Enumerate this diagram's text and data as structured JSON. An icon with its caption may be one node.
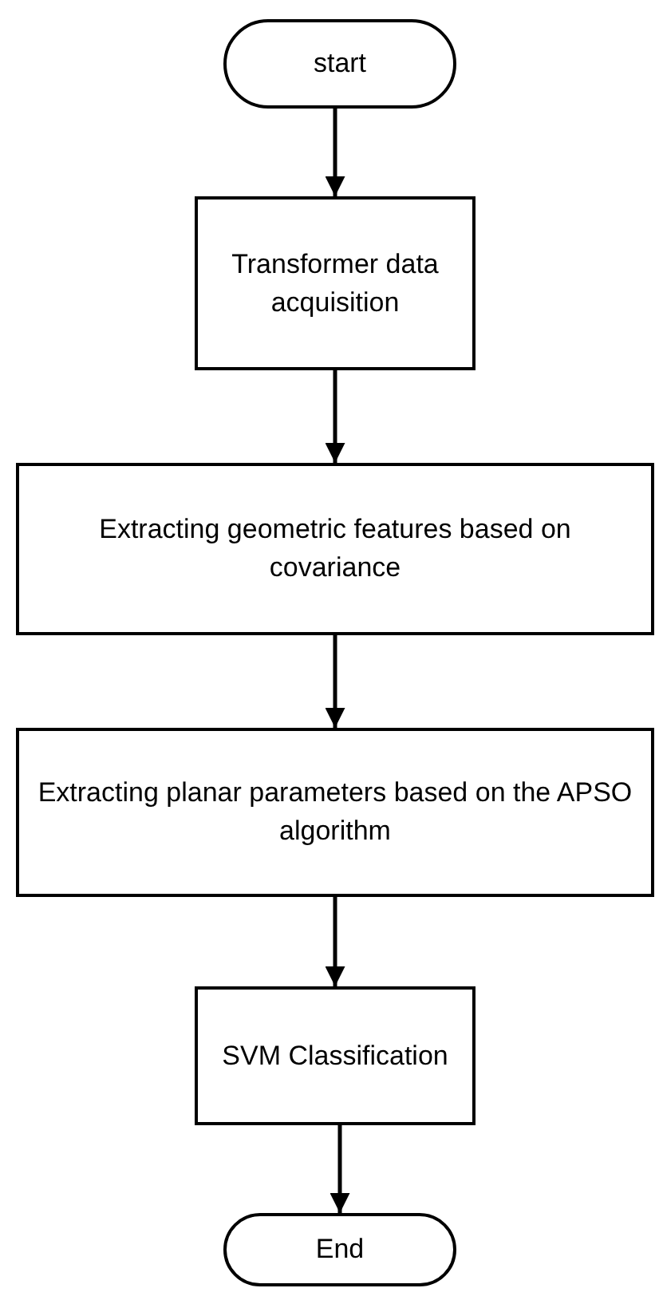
{
  "diagram": {
    "nodes": [
      {
        "text": [
          "start"
        ]
      },
      {
        "text": [
          "Transformer data acquisition"
        ]
      },
      {
        "text": [
          "Extracting geometric features based on covariance"
        ]
      },
      {
        "text": [
          "Extracting planar parameters based on the APSO algorithm"
        ]
      },
      {
        "text": [
          "SVM Classification"
        ]
      },
      {
        "text": [
          "End"
        ]
      }
    ],
    "edges": [
      {
        "from": 0,
        "to": 1,
        "arrow": "to"
      },
      {
        "from": 1,
        "to": 2,
        "arrow": "to"
      },
      {
        "from": 2,
        "to": 3,
        "arrow": "to"
      },
      {
        "from": 3,
        "to": 4,
        "arrow": "to"
      },
      {
        "from": 4,
        "to": 5,
        "arrow": "to"
      }
    ]
  }
}
